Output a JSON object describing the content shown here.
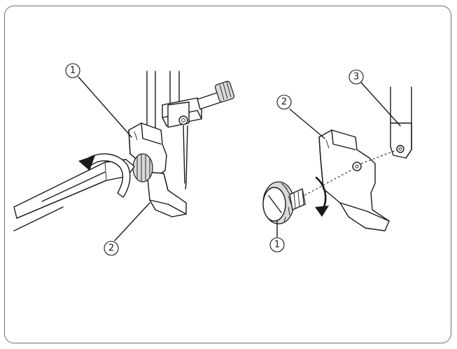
{
  "callouts": {
    "left_1": "1",
    "left_2": "2",
    "right_1": "1",
    "right_2": "2",
    "right_3": "3"
  },
  "colors": {
    "line": "#1a1a1a",
    "frame": "#6f6f6f",
    "shade": "#d9d9d9"
  }
}
